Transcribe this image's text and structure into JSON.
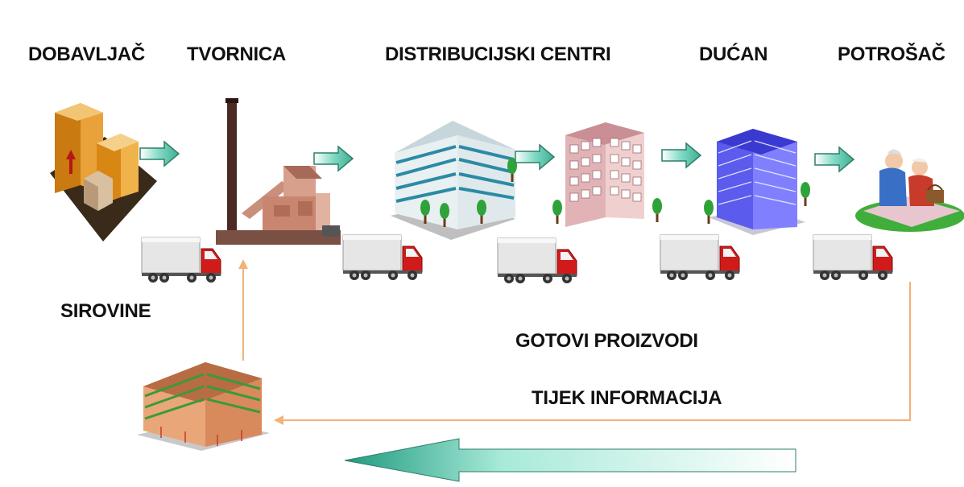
{
  "stages": [
    {
      "id": "supplier",
      "label": "DOBAVLJAČ"
    },
    {
      "id": "factory",
      "label": "TVORNICA"
    },
    {
      "id": "distribution",
      "label": "DISTRIBUCIJSKI CENTRI"
    },
    {
      "id": "store",
      "label": "DUĆAN"
    },
    {
      "id": "consumer",
      "label": "POTROŠAČ"
    }
  ],
  "flow_labels": {
    "raw_materials": "SIROVINE",
    "finished_goods": "GOTOVI PROIZVODI",
    "information_flow": "TIJEK INFORMACIJA"
  },
  "colors": {
    "arrow_fill": "#7fd9c4",
    "arrow_stroke": "#2f7e6a",
    "info_line": "#f2b27a",
    "truck_cab": "#d11b1b",
    "truck_box": "#e6e6e6"
  },
  "icons": [
    "boxes-pallet-icon",
    "factory-icon",
    "office-building-icon",
    "shop-building-icon",
    "blue-building-icon",
    "consumers-picnic-icon",
    "delivery-truck-icon",
    "information-center-icon"
  ]
}
